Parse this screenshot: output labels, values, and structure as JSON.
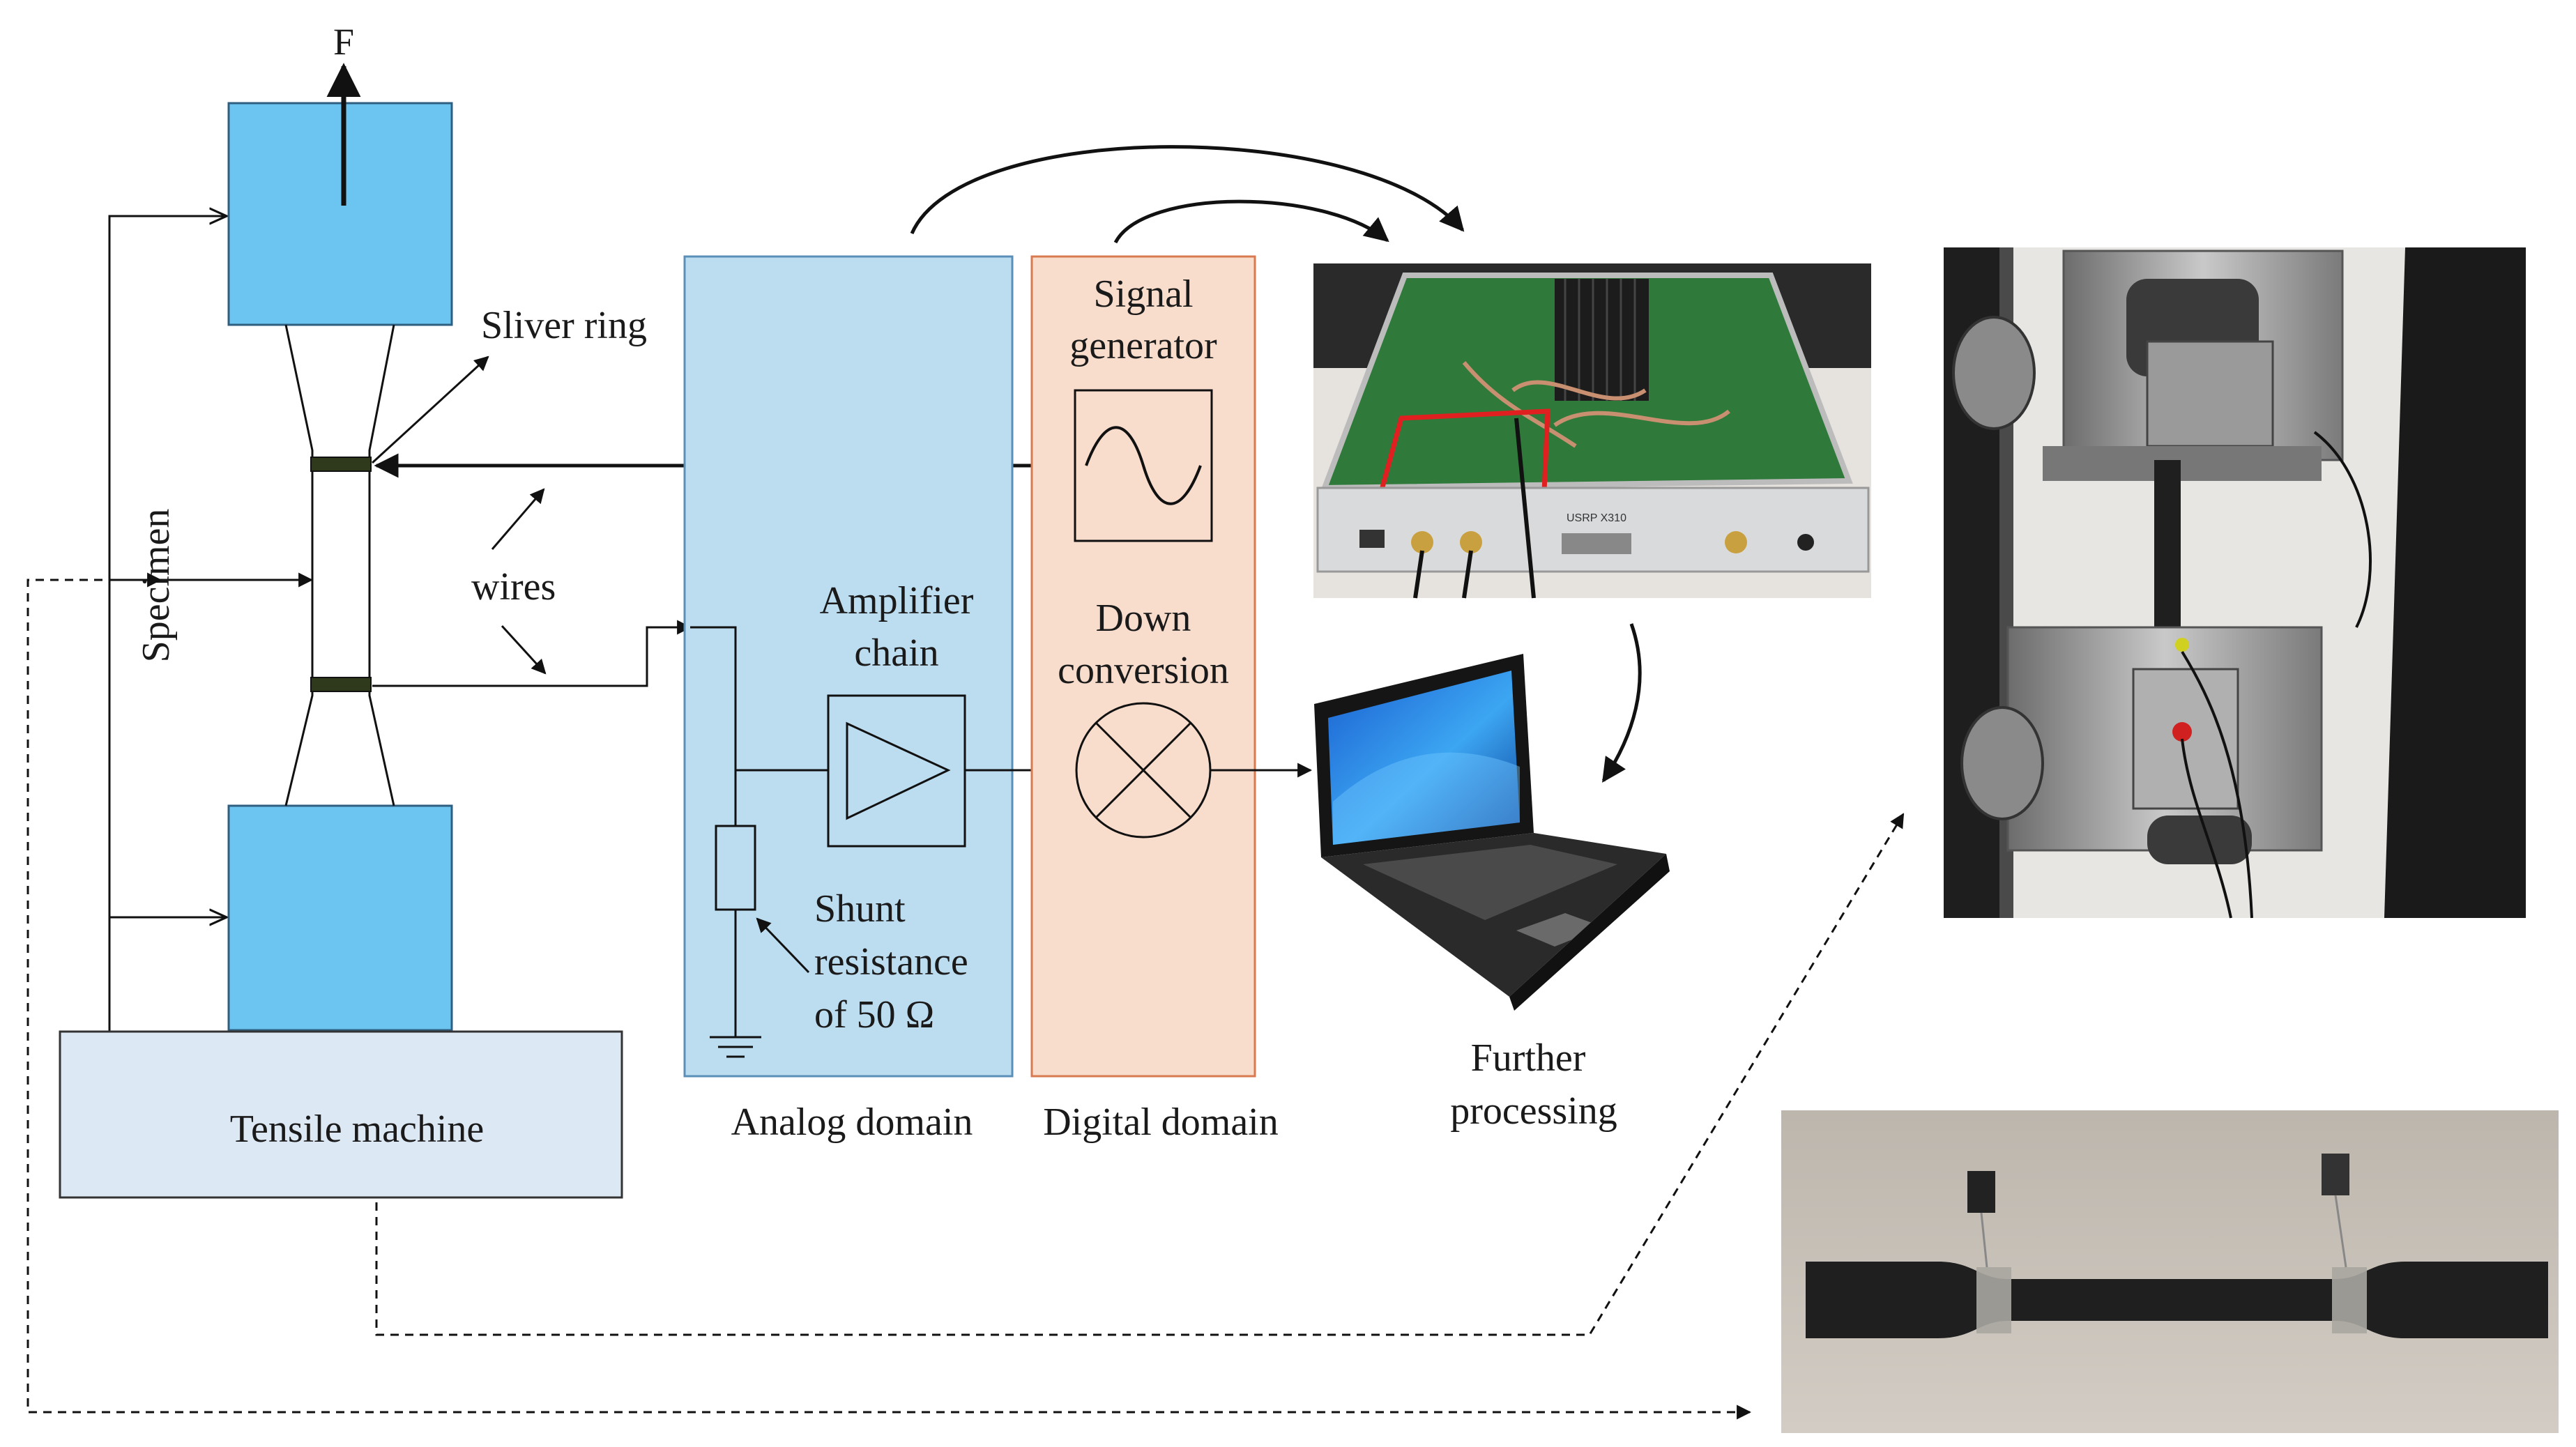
{
  "labels": {
    "force": "F",
    "sliver_ring": "Sliver ring",
    "specimen": "Specimen",
    "wires": "wires",
    "tensile_machine": "Tensile machine",
    "amplifier_line1": "Amplifier",
    "amplifier_line2": "chain",
    "shunt_line1": "Shunt",
    "shunt_line2": "resistance",
    "shunt_line3": "of 50 Ω",
    "signal_gen_line1": "Signal",
    "signal_gen_line2": "generator",
    "down_conv_line1": "Down",
    "down_conv_line2": "conversion",
    "analog_domain": "Analog domain",
    "digital_domain": "Digital domain",
    "further_line1": "Further",
    "further_line2": "processing",
    "usrp_front_label": "USRP X310"
  },
  "colors": {
    "grip_blue": "#6cc4f0",
    "analog_panel": "#bcdcf0",
    "digital_panel": "#f8dccc",
    "digital_border": "#d87a50",
    "machine_base": "#dde8f5",
    "band": "#2f3a1c",
    "highlight_red": "#e02020"
  },
  "icons": [
    "sine-wave-icon",
    "amplifier-triangle-icon",
    "mixer-icon",
    "ground-icon",
    "resistor-icon",
    "laptop-icon"
  ]
}
